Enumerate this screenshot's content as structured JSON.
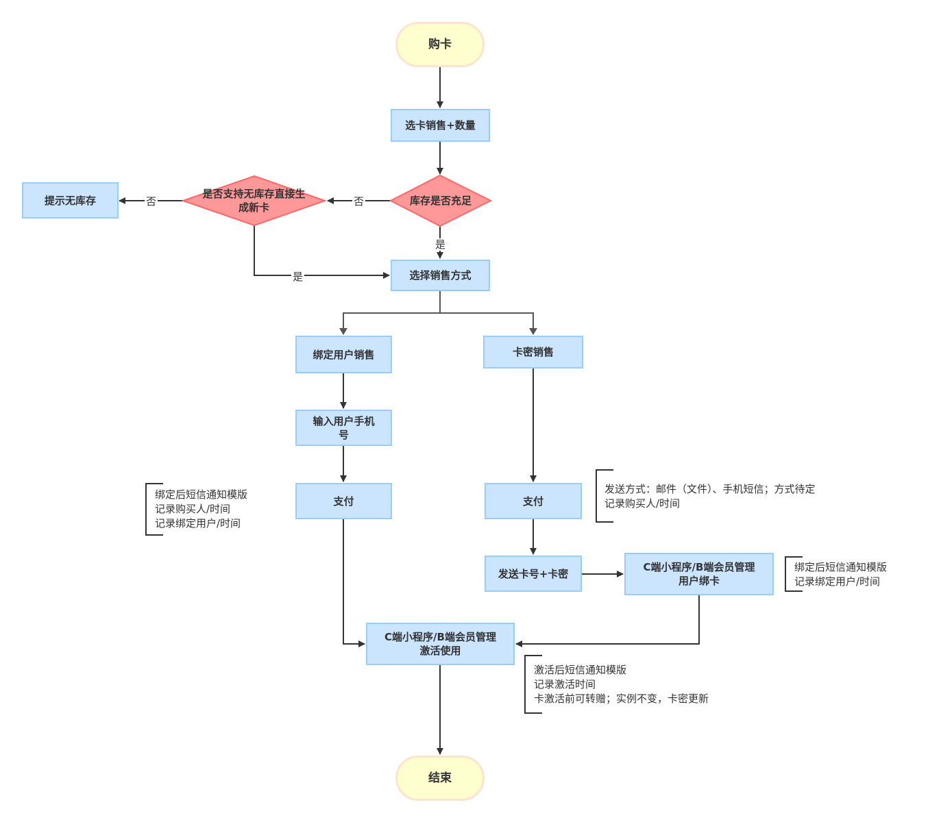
{
  "diagram": {
    "type": "flowchart",
    "colors": {
      "process_fill": "#cce5ff",
      "process_border": "#99ccff",
      "decision_fill": "#ff9999",
      "decision_border": "#ff6666",
      "terminal_fill": "#fffecf",
      "terminal_border": "#ffe3cc",
      "edge": "#333333",
      "text": "#333333"
    },
    "nodes": {
      "start": "购卡",
      "select_card": "选卡销售+数量",
      "stock_check": "库存是否充足",
      "allow_no_stock": "是否支持无库存直接生\n成新卡",
      "no_stock_hint": "提示无库存",
      "choose_method": "选择销售方式",
      "bind_user_sale": "绑定用户销售",
      "card_secret_sale": "卡密销售",
      "input_phone": "输入用户手机\n号",
      "pay_left": "支付",
      "pay_right": "支付",
      "send_card": "发送卡号+卡密",
      "user_bind_card": "C端小程序/B端会员管理\n用户绑卡",
      "activate": "C端小程序/B端会员管理\n激活使用",
      "end": "结束"
    },
    "edge_labels": {
      "stock_no": "否",
      "stock_yes": "是",
      "allow_no": "否",
      "allow_yes": "是"
    },
    "notes": {
      "left_pay": "绑定后短信通知模版\n记录购买人/时间\n记录绑定用户/时间",
      "right_pay": "发送方式：邮件（文件）、手机短信；方式待定\n记录购买人/时间",
      "bind_card": "绑定后短信通知模版\n记录绑定用户/时间",
      "activate": "激活后短信通知模版\n记录激活时间\n卡激活前可转赠；实例不变，卡密更新"
    }
  }
}
